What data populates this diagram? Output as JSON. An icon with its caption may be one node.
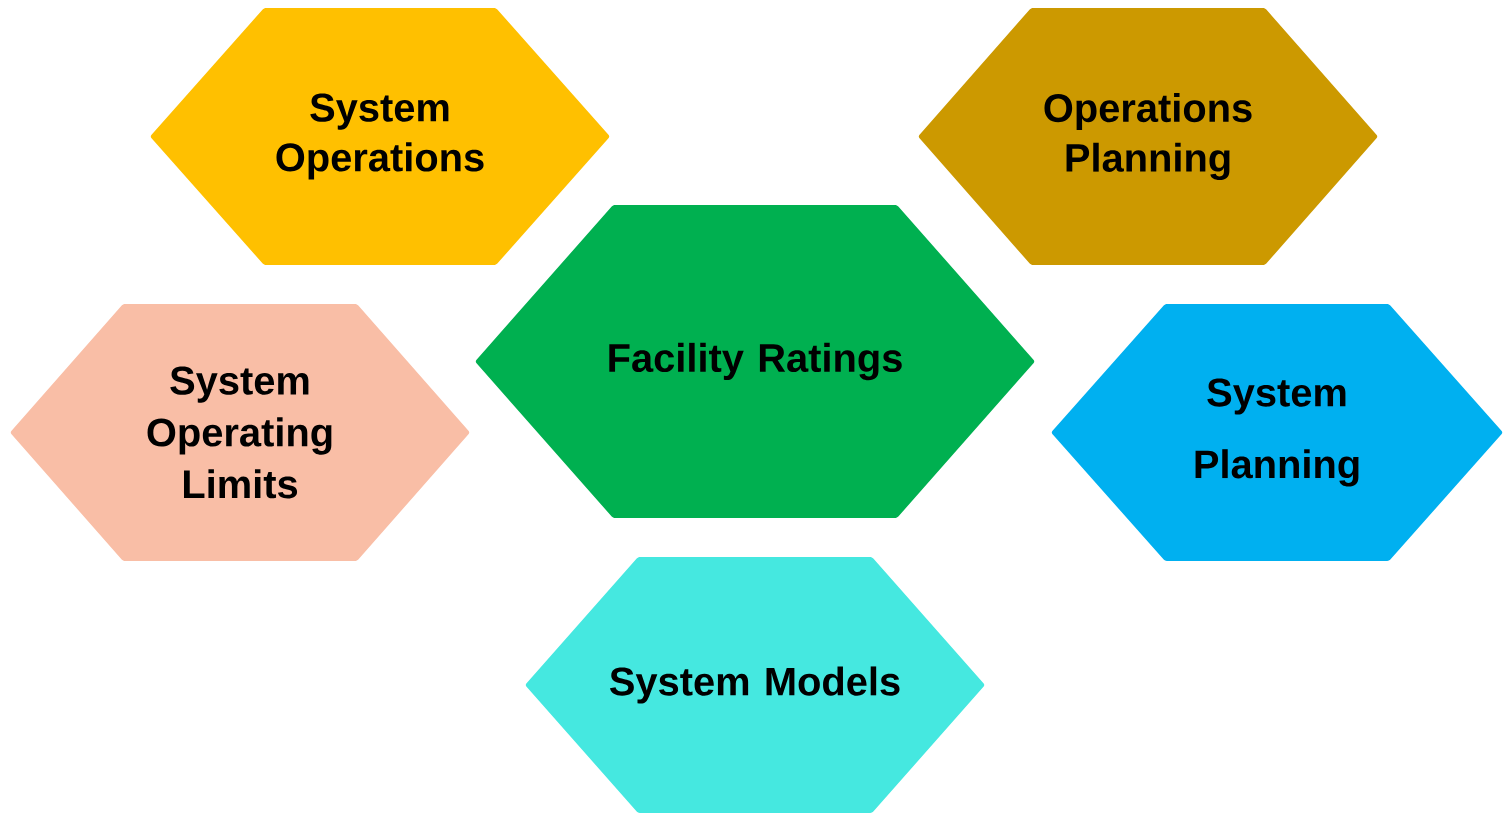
{
  "diagram": {
    "nodes": [
      {
        "text": [
          "System Operations"
        ]
      },
      {
        "text": [
          "Operations Planning"
        ]
      },
      {
        "text": [
          "Facility Ratings"
        ]
      },
      {
        "text": [
          "System Operating Limits"
        ]
      },
      {
        "text": [
          "System Planning"
        ]
      },
      {
        "text": [
          "System Models"
        ]
      }
    ]
  }
}
